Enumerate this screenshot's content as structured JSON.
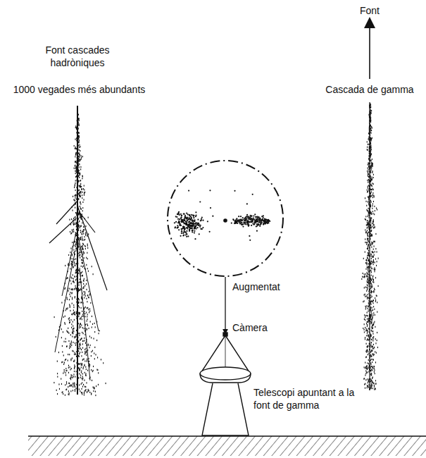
{
  "diagram": {
    "labels": [
      "Font cascades hadròniques",
      "1000 vegades més abundants",
      "Font",
      "Cascada de gamma",
      "Augmentat",
      "Càmera",
      "Telescopi apuntant a la font de gamma"
    ]
  }
}
